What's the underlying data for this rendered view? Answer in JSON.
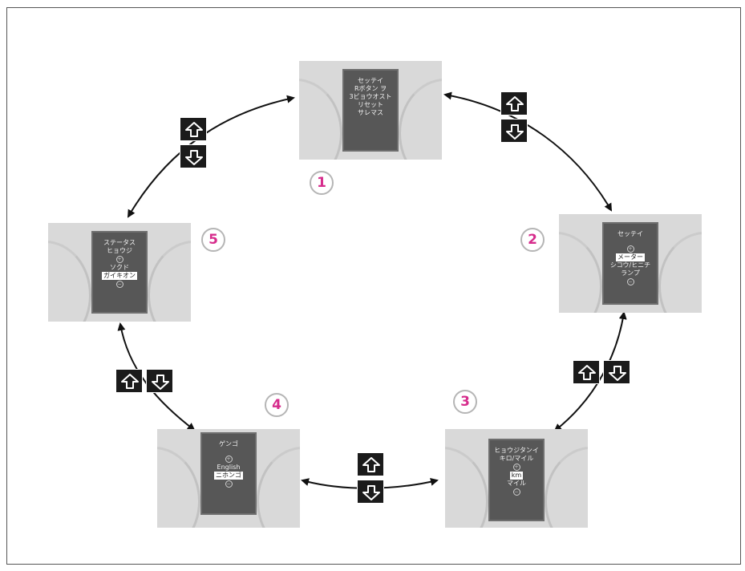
{
  "diagram": {
    "steps": [
      {
        "number": "1",
        "lines": [
          "セッテイ",
          "Rボタン ヲ",
          "3ビョウオスト",
          "リセット",
          "サレマス"
        ]
      },
      {
        "number": "2",
        "lines": [
          "セッテイ",
          "",
          "⊕",
          "メーター",
          "シコウ/ヒニチ",
          "ランプ",
          "⊖"
        ],
        "selected": "メーター"
      },
      {
        "number": "3",
        "lines": [
          "ヒョウジタンイ",
          "キロ/マイル",
          "⊕",
          "km",
          "マイル",
          "⊖"
        ],
        "selected": "km"
      },
      {
        "number": "4",
        "lines": [
          "ゲンゴ",
          "",
          "⊕",
          "English",
          "ニホンゴ",
          "⊖"
        ],
        "selected": "ニホンゴ"
      },
      {
        "number": "5",
        "lines": [
          "ステータス",
          "ヒョウジ",
          "⊕",
          "ソクド",
          "ガイキオン",
          "⊖"
        ],
        "selected": "ガイキオン"
      }
    ],
    "buttons": {
      "up": "up-arrow-icon",
      "down": "down-arrow-icon"
    },
    "colors": {
      "number": "#d62c8c",
      "button": "#1b1b1b",
      "screen": "#575757",
      "panel": "#d9d9d9"
    }
  }
}
